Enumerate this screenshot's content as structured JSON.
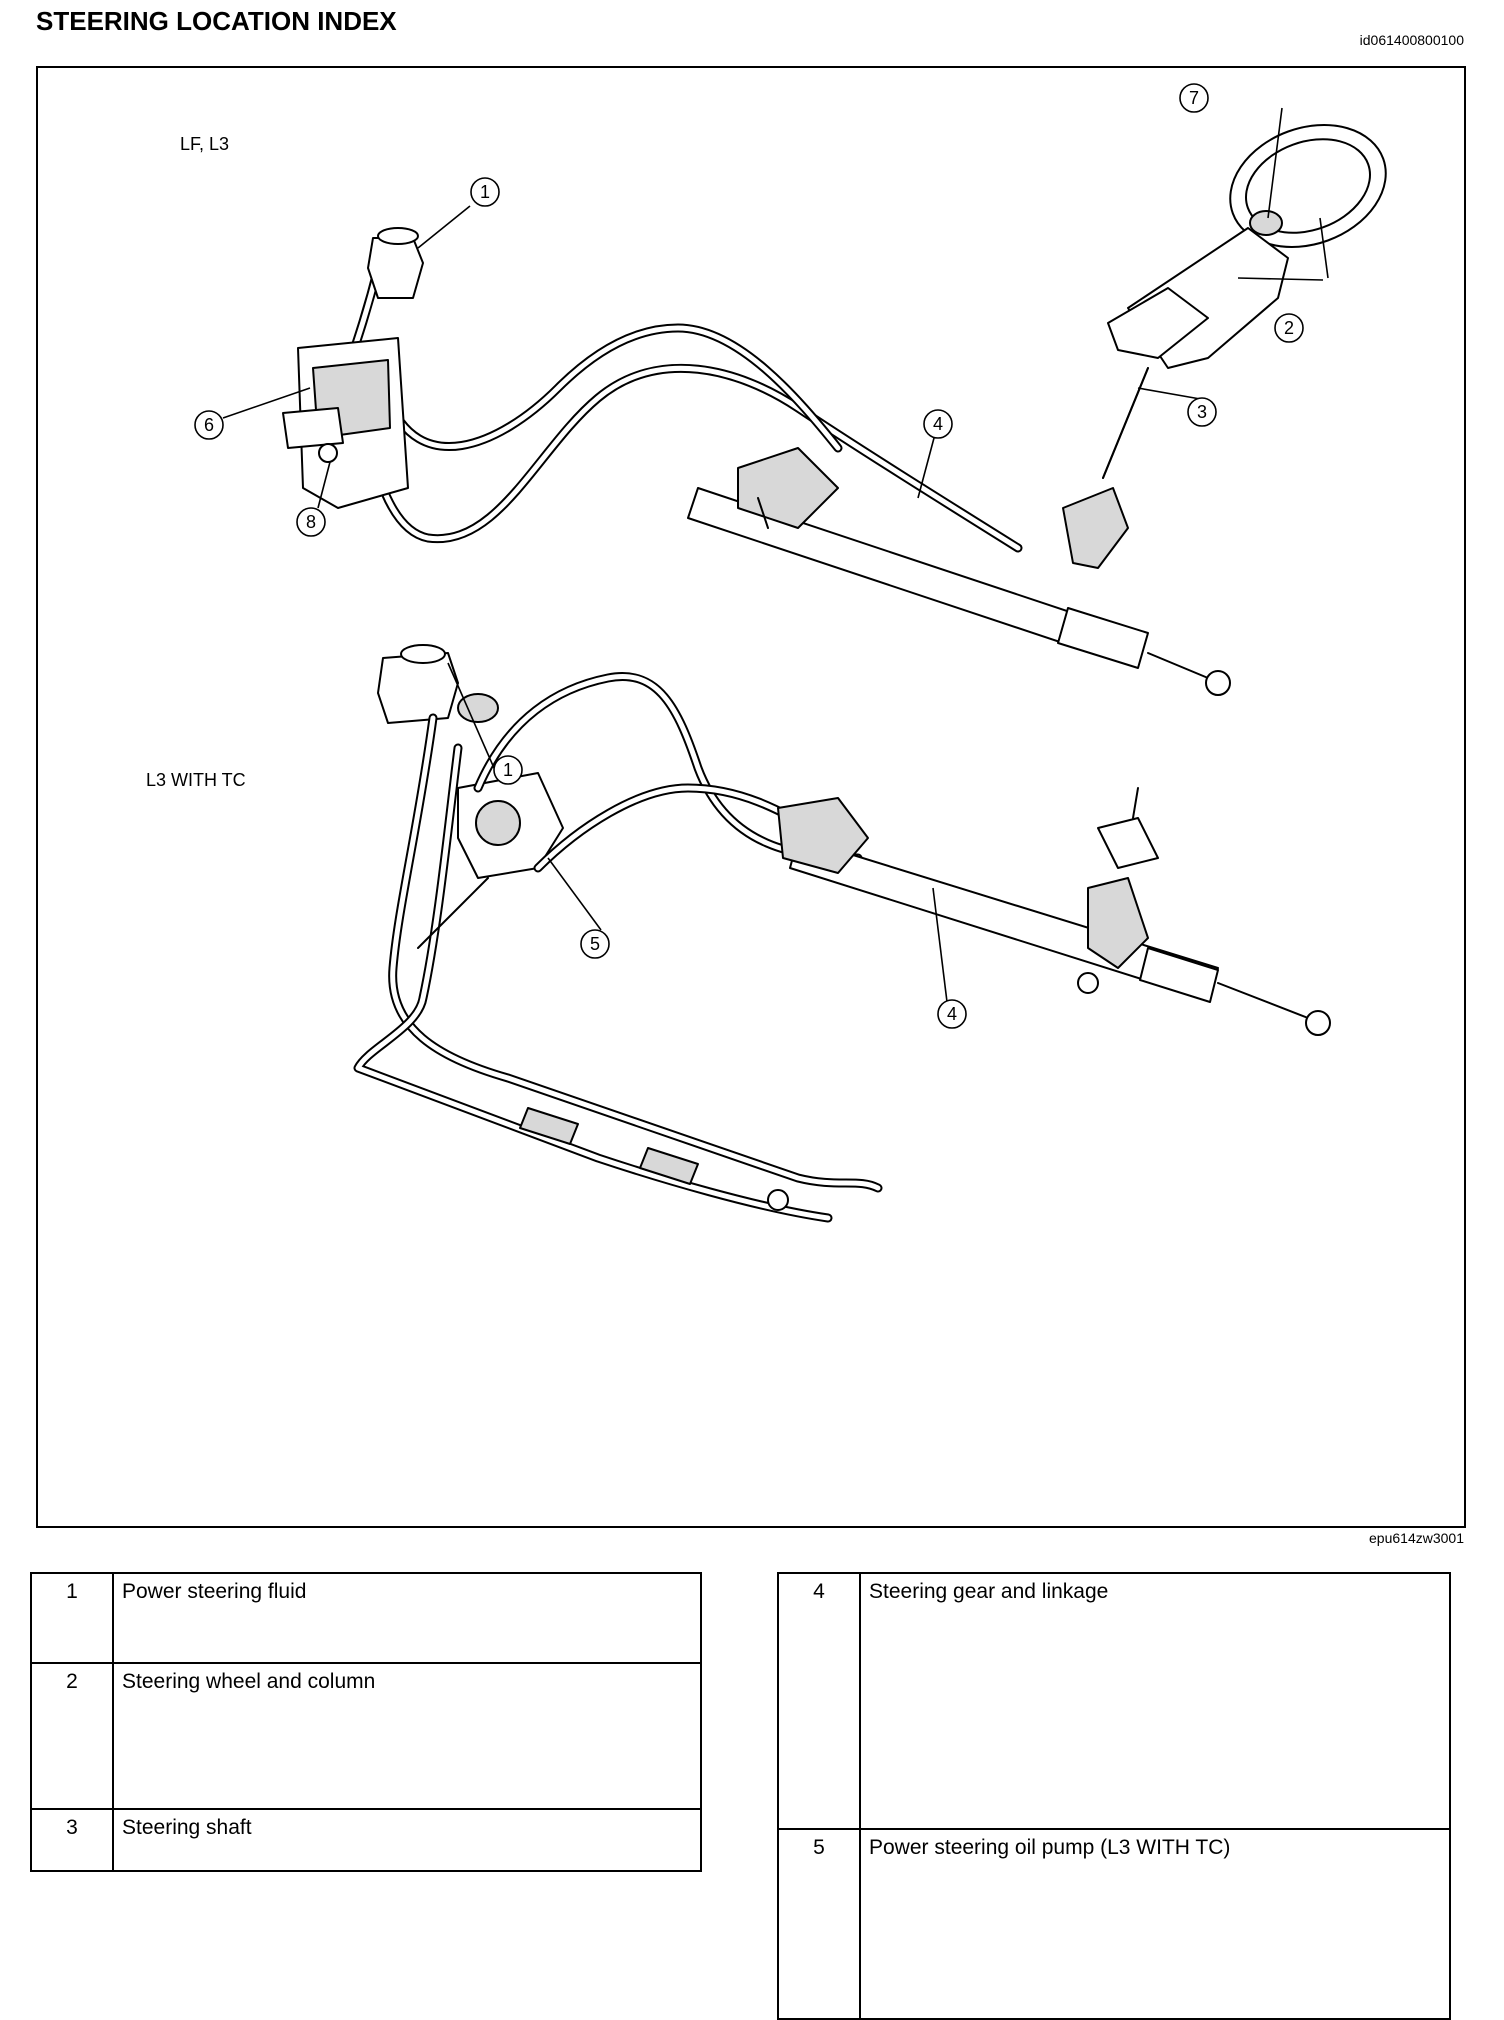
{
  "header": {
    "title": "STEERING LOCATION INDEX",
    "doc_id": "id061400800100"
  },
  "figure": {
    "variant_top": "LF, L3",
    "variant_bottom": "L3 WITH TC",
    "figure_code": "epu614zw3001",
    "callouts": [
      "1",
      "2",
      "3",
      "4",
      "5",
      "6",
      "7",
      "8"
    ]
  },
  "legend_left": [
    {
      "num": "1",
      "label": "Power steering fluid"
    },
    {
      "num": "2",
      "label": "Steering wheel and column"
    },
    {
      "num": "3",
      "label": "Steering shaft"
    }
  ],
  "legend_right": [
    {
      "num": "4",
      "label": "Steering gear and linkage"
    },
    {
      "num": "5",
      "label": "Power steering oil pump (L3 WITH TC)"
    }
  ]
}
